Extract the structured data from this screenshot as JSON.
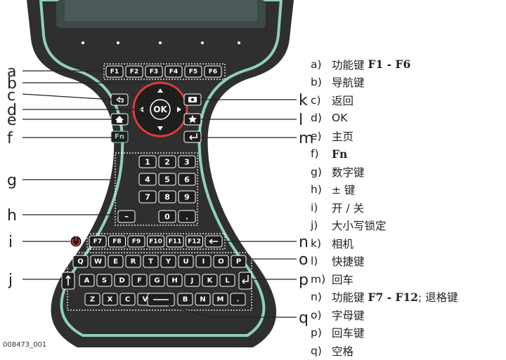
{
  "figure_code": "008473_001",
  "callouts": {
    "a": "a",
    "b": "b",
    "c": "c",
    "d": "d",
    "e": "e",
    "f": "f",
    "g": "g",
    "h": "h",
    "i": "i",
    "j": "j",
    "k": "k",
    "l": "l",
    "m": "m",
    "n": "n",
    "o": "o",
    "p": "p",
    "q": "q"
  },
  "legend": [
    {
      "letter": "a)",
      "text": "功能键 ",
      "bold": "F1 - F6",
      "tail": ""
    },
    {
      "letter": "b)",
      "text": "导航键",
      "bold": "",
      "tail": ""
    },
    {
      "letter": "c)",
      "text": "返回",
      "bold": "",
      "tail": ""
    },
    {
      "letter": "d)",
      "text": "OK",
      "bold": "",
      "tail": ""
    },
    {
      "letter": "e)",
      "text": "主页",
      "bold": "",
      "tail": ""
    },
    {
      "letter": "f)",
      "text": "",
      "bold": "Fn",
      "tail": ""
    },
    {
      "letter": "g)",
      "text": "数字键",
      "bold": "",
      "tail": ""
    },
    {
      "letter": "h)",
      "text": "± 键",
      "bold": "",
      "tail": ""
    },
    {
      "letter": "i)",
      "text": "开 / 关",
      "bold": "",
      "tail": ""
    },
    {
      "letter": "j)",
      "text": "大小写锁定",
      "bold": "",
      "tail": ""
    },
    {
      "letter": "k)",
      "text": "相机",
      "bold": "",
      "tail": ""
    },
    {
      "letter": "l)",
      "text": "快捷键",
      "bold": "",
      "tail": ""
    },
    {
      "letter": "m)",
      "text": "回车",
      "bold": "",
      "tail": ""
    },
    {
      "letter": "n)",
      "text": "功能键 ",
      "bold": "F7 - F12",
      "tail": "; 退格键"
    },
    {
      "letter": "o)",
      "text": "字母键",
      "bold": "",
      "tail": ""
    },
    {
      "letter": "p)",
      "text": "回车键",
      "bold": "",
      "tail": ""
    },
    {
      "letter": "q)",
      "text": "空格",
      "bold": "",
      "tail": ""
    }
  ],
  "keys": {
    "f_top": [
      "F1",
      "F2",
      "F3",
      "F4",
      "F5",
      "F6"
    ],
    "f_bottom": [
      "F7",
      "F8",
      "F9",
      "F10",
      "F11",
      "F12"
    ],
    "ok": "OK",
    "fn": "Fn",
    "minus": "–",
    "numpad": [
      "1",
      "2",
      "3",
      "4",
      "5",
      "6",
      "7",
      "8",
      "9",
      "0",
      "."
    ],
    "row1": [
      "Q",
      "W",
      "E",
      "R",
      "T",
      "Y",
      "U",
      "I",
      "O",
      "P"
    ],
    "row2": [
      "A",
      "S",
      "D",
      "F",
      "G",
      "H",
      "J",
      "K",
      "L"
    ],
    "row3": [
      "Z",
      "X",
      "C",
      "V",
      "B",
      "N",
      "M",
      "."
    ]
  },
  "icons": {
    "back": "back-arrow-icon",
    "home": "home-icon",
    "camera": "camera-icon",
    "favorite": "star-person-icon",
    "enter": "enter-arrow-icon",
    "power": "power-icon",
    "caps": "caps-arrow-icon",
    "backspace": "backspace-arrow-icon"
  },
  "colors": {
    "body": "#2f2f2f",
    "outline": "#8fd0b6",
    "key": "#1e1e1e",
    "fn_text": "#8fd0b6",
    "power": "#e03a3a"
  }
}
